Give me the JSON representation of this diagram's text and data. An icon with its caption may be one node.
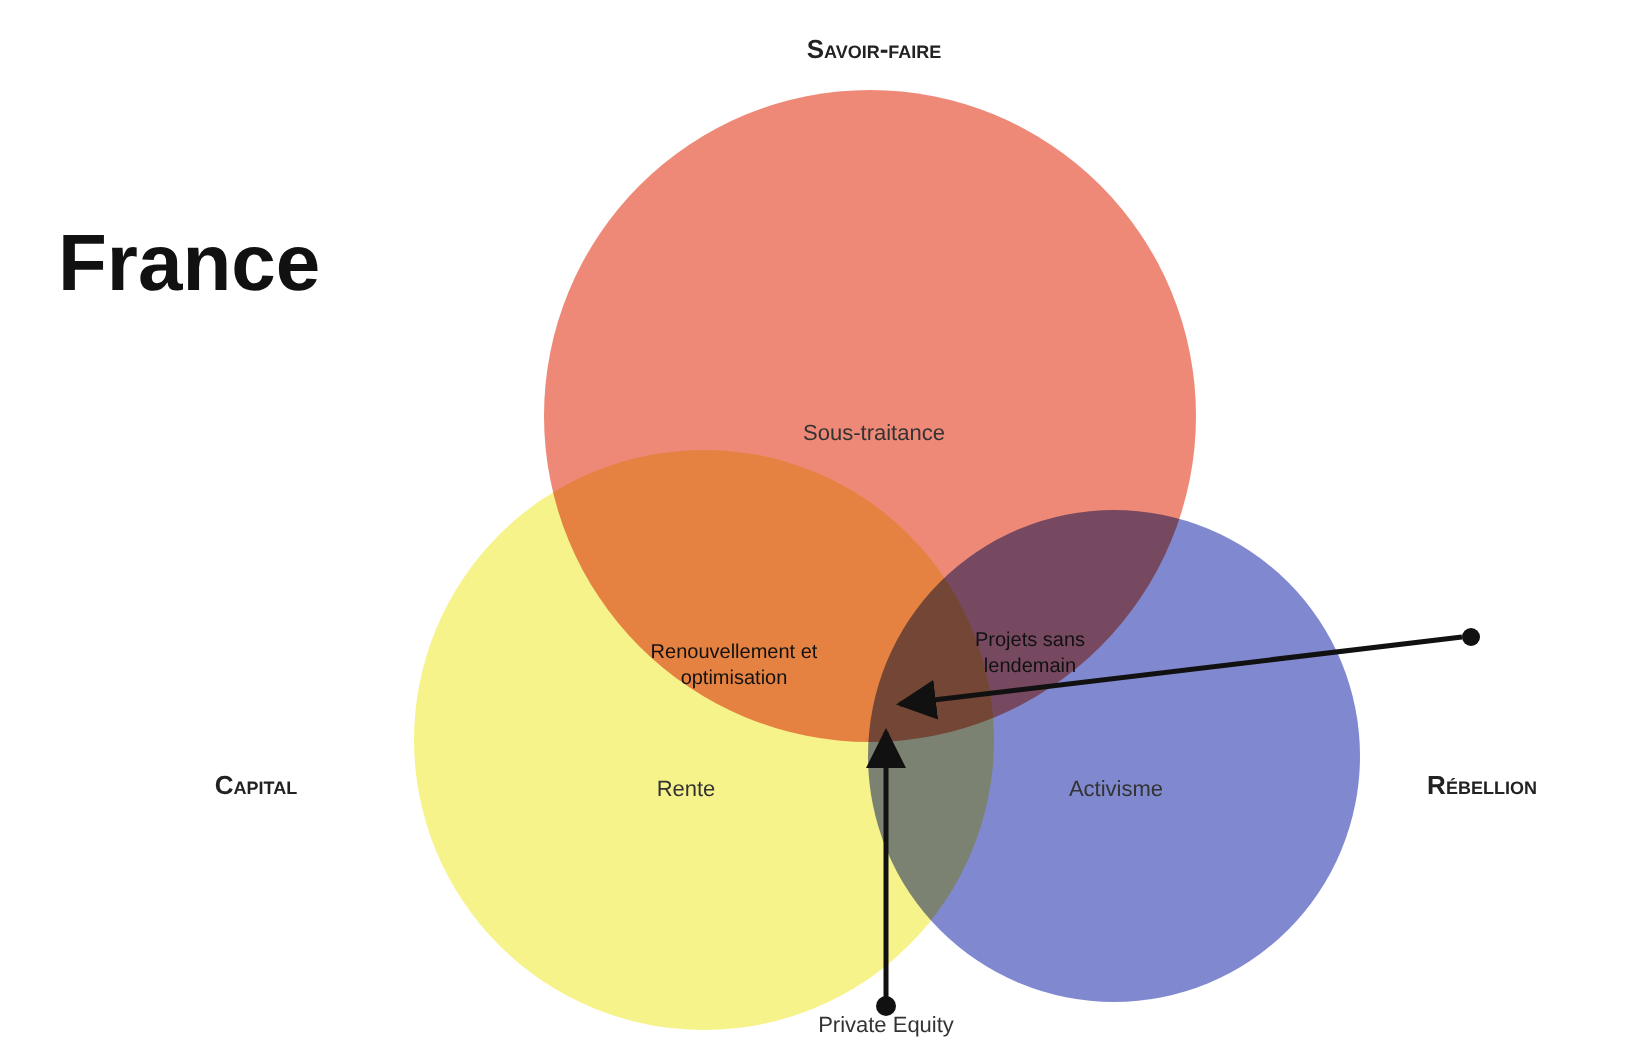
{
  "diagram": {
    "title": "France",
    "nodes": [
      {
        "text": [
          "Sous-traitance"
        ]
      },
      {
        "text": [
          "Rente"
        ]
      },
      {
        "text": [
          "Activisme"
        ]
      },
      {
        "text": [
          "Private Equity"
        ]
      },
      {
        "text": [],
        "shape": "circle"
      }
    ],
    "edges": [
      {
        "from": 4,
        "to": 2,
        "arrow": "to"
      },
      {
        "from": 3,
        "to": 2,
        "arrow": "to"
      }
    ],
    "labels": [
      "Savoir-faire",
      "Renouvellement et optimisation",
      "Projets sans lendemain",
      "Capital",
      "Rébellion"
    ]
  }
}
